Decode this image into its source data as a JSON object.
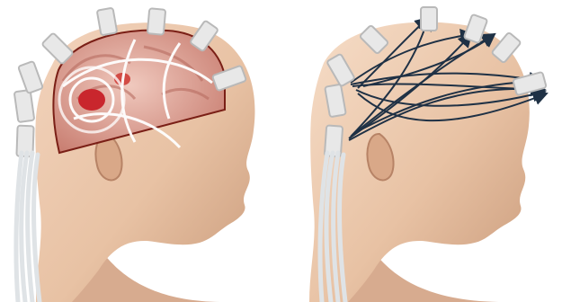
{
  "figure": {
    "panels": [
      {
        "id": "left",
        "elements": {
          "head": "head",
          "cutaway": "cutaway",
          "electrodes": "electrodes",
          "current_paths": "current-paths",
          "cables": "cables"
        }
      },
      {
        "id": "right",
        "elements": {
          "head": "head",
          "connectivity_arrows": "connectivity-arrows",
          "electrodes": "electrodes",
          "cables": "cables"
        }
      }
    ],
    "colors": {
      "skin": "#e8c2a4",
      "skin_shadow": "#c99a7a",
      "electrode": "#e8e8e8",
      "electrode_edge": "#b9b9b9",
      "cable": "#dfe3e6",
      "brain": "#e3b1a4",
      "lesion": "#c9262d",
      "arrow": "#1f3145",
      "cut_edge": "#7a1f16",
      "current_path": "#ffffff"
    }
  }
}
